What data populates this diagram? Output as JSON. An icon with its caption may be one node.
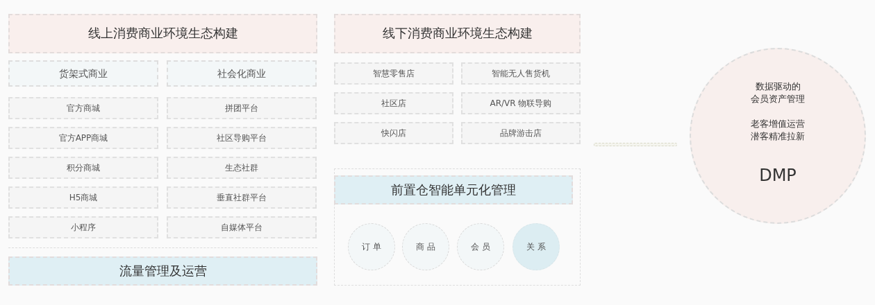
{
  "diagram": {
    "nodes": [
      {
        "text": [
          "线上消费商业环境生态构建"
        ]
      },
      {
        "text": [
          "货架式商业"
        ]
      },
      {
        "text": [
          "社会化商业"
        ]
      },
      {
        "text": [
          "官方商城"
        ]
      },
      {
        "text": [
          "拼团平台"
        ]
      },
      {
        "text": [
          "官方APP商城"
        ]
      },
      {
        "text": [
          "社区导购平台"
        ]
      },
      {
        "text": [
          "积分商城"
        ]
      },
      {
        "text": [
          "生态社群"
        ]
      },
      {
        "text": [
          "H5商城"
        ]
      },
      {
        "text": [
          "垂直社群平台"
        ]
      },
      {
        "text": [
          "小程序"
        ]
      },
      {
        "text": [
          "自媒体平台"
        ]
      },
      {
        "text": [
          "流量管理及运营"
        ]
      },
      {
        "text": [
          "线下消费商业环境生态构建"
        ]
      },
      {
        "text": [
          "智慧零售店"
        ]
      },
      {
        "text": [
          "智能无人售货机"
        ]
      },
      {
        "text": [
          "社区店"
        ]
      },
      {
        "text": [
          "AR/VR 物联导购"
        ]
      },
      {
        "text": [
          "快闪店"
        ]
      },
      {
        "text": [
          "品牌游击店"
        ]
      },
      {
        "text": [],
        "shape": "box"
      },
      {
        "text": [
          "前置仓智能单元化管理"
        ],
        "in": 21
      },
      {
        "text": [
          "订单"
        ],
        "in": 21
      },
      {
        "text": [
          "商品"
        ],
        "in": 21
      },
      {
        "text": [
          "会员"
        ],
        "in": 21
      },
      {
        "text": [
          "关系"
        ],
        "in": 21
      },
      {
        "text": [],
        "shape": "bar"
      },
      {
        "text": [
          "数据驱动的会员资产管理",
          "老客增值运营",
          "潜客精准拉新",
          "DMP"
        ]
      }
    ]
  }
}
